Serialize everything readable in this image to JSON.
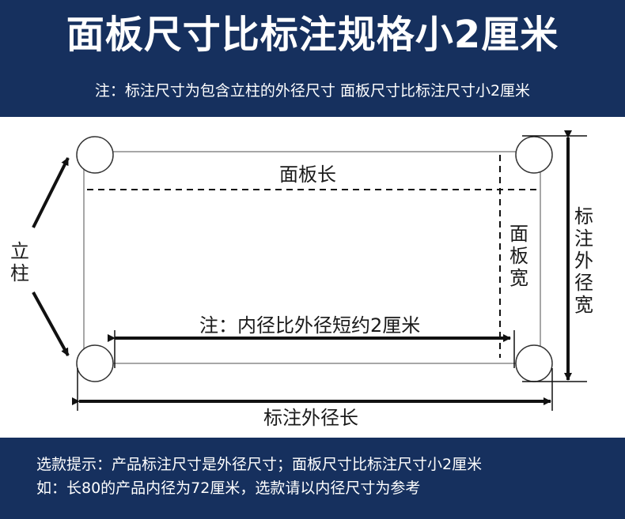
{
  "header": {
    "title": "面板尺寸比标注规格小2厘米",
    "note": "注：标注尺寸为包含立柱的外径尺寸 面板尺寸比标注尺寸小2厘米"
  },
  "diagram": {
    "panel_length": "面板长",
    "panel_width": "面板宽",
    "post": "立柱",
    "inner_note": "注：内径比外径短约2厘米",
    "outer_length": "标注外径长",
    "outer_width": "标注外径宽"
  },
  "footer": {
    "line1": "选款提示：产品标注尺寸是外径尺寸；面板尺寸比标注尺寸小2厘米",
    "line2": "如：长80的产品内径为72厘米，选款请以内径尺寸为参考"
  },
  "colors": {
    "banner": "#16305e",
    "banner_text": "#ffffff",
    "line": "#111111",
    "frame": "#8a8a8a"
  }
}
